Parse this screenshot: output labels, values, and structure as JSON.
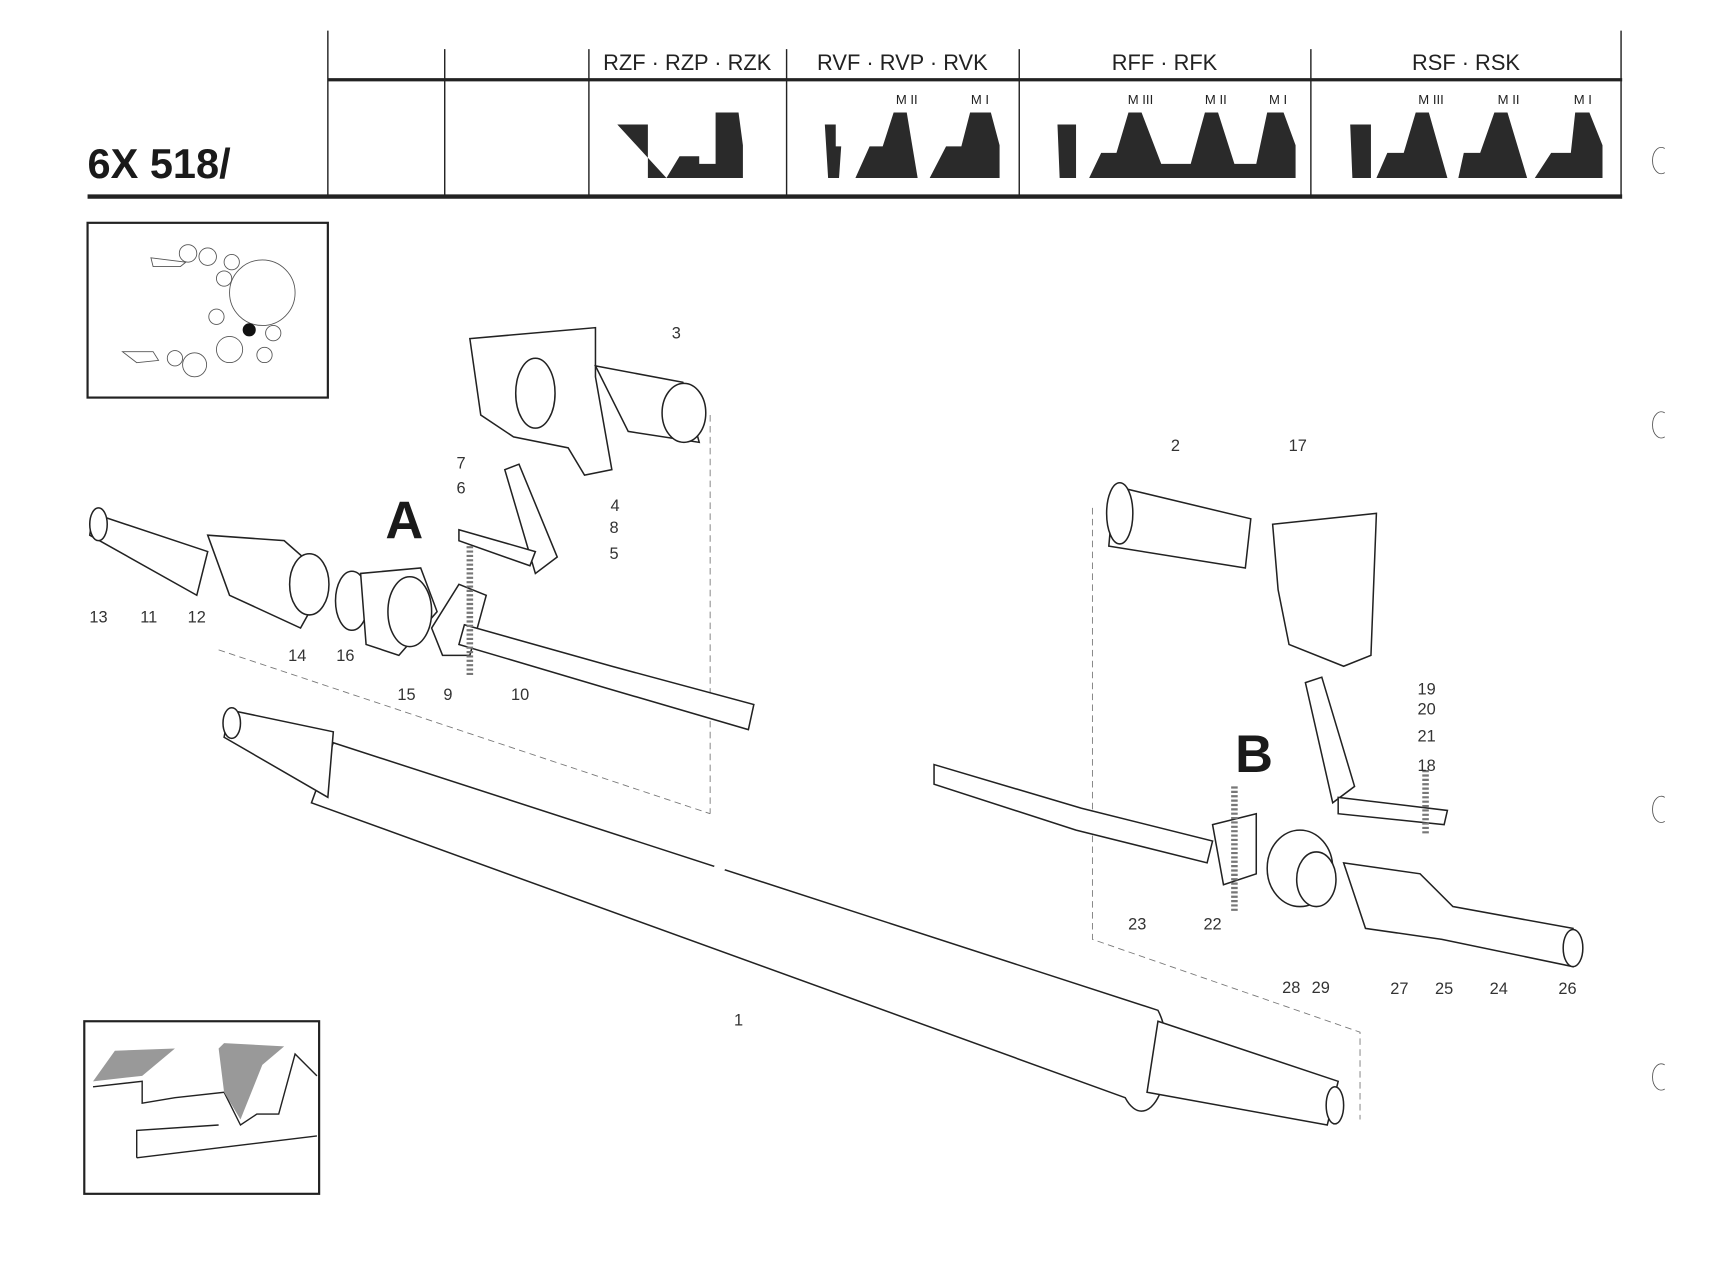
{
  "header": {
    "title": "6X 518/",
    "columns": [
      {
        "label": "RZF · RZP · RZK",
        "modules": []
      },
      {
        "label": "RVF · RVP · RVK",
        "modules": [
          "M II",
          "M I"
        ]
      },
      {
        "label": "RFF · RFK",
        "modules": [
          "M III",
          "M II",
          "M I"
        ]
      },
      {
        "label": "RSF · RSK",
        "modules": [
          "M III",
          "M II",
          "M I"
        ]
      }
    ]
  },
  "assemblies": {
    "a": "A",
    "b": "B"
  },
  "callouts": [
    "3",
    "7",
    "6",
    "4",
    "8",
    "5",
    "13",
    "11",
    "12",
    "14",
    "16",
    "15",
    "9",
    "10",
    "2",
    "17",
    "19",
    "20",
    "21",
    "18",
    "23",
    "22",
    "28",
    "29",
    "27",
    "25",
    "24",
    "26",
    "1"
  ]
}
